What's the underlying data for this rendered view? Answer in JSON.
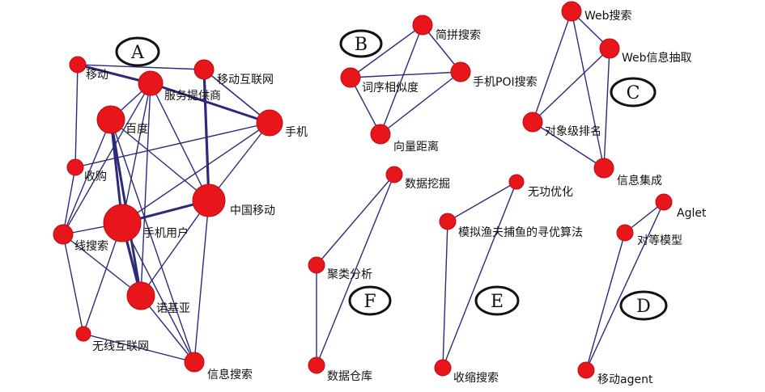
{
  "colors": {
    "node": "#e8151b",
    "edge": "#2e2a7a"
  },
  "clusters": [
    {
      "id": "A",
      "label": "A"
    },
    {
      "id": "B",
      "label": "B"
    },
    {
      "id": "C",
      "label": "C"
    },
    {
      "id": "D",
      "label": "D"
    },
    {
      "id": "E",
      "label": "E"
    },
    {
      "id": "F",
      "label": "F"
    }
  ],
  "nodes": [
    {
      "id": "yidong",
      "label": "移动"
    },
    {
      "id": "fuwu",
      "label": "服务提供商"
    },
    {
      "id": "yidonghulian",
      "label": "移动互联网"
    },
    {
      "id": "baidu",
      "label": "百度"
    },
    {
      "id": "shouji",
      "label": "手机"
    },
    {
      "id": "shougou",
      "label": "收购"
    },
    {
      "id": "zhongguoyidong",
      "label": "中国移动"
    },
    {
      "id": "shoujiyonghu",
      "label": "手机用户"
    },
    {
      "id": "xiansousuo",
      "label": "线搜索"
    },
    {
      "id": "nuojiya",
      "label": "诺基亚"
    },
    {
      "id": "wuxianhulian",
      "label": "无线互联网"
    },
    {
      "id": "xinxisousuo",
      "label": "信息搜索"
    },
    {
      "id": "jianpin",
      "label": "简拼搜索"
    },
    {
      "id": "cixu",
      "label": "词序相似度"
    },
    {
      "id": "poi",
      "label": "手机POI搜索"
    },
    {
      "id": "xiangliang",
      "label": "向量距离"
    },
    {
      "id": "websousuo",
      "label": "Web搜索"
    },
    {
      "id": "webxinxi",
      "label": "Web信息抽取"
    },
    {
      "id": "duixiang",
      "label": "对象级排名"
    },
    {
      "id": "xinxijicheng",
      "label": "信息集成"
    },
    {
      "id": "shuju",
      "label": "数据挖掘"
    },
    {
      "id": "julei",
      "label": "聚类分析"
    },
    {
      "id": "cangku",
      "label": "数据仓库"
    },
    {
      "id": "wugong",
      "label": "无功优化"
    },
    {
      "id": "moni",
      "label": "模拟渔夫捕鱼的寻优算法"
    },
    {
      "id": "shousuo",
      "label": "收缩搜索"
    },
    {
      "id": "aglet",
      "label": "Aglet"
    },
    {
      "id": "duideng",
      "label": "对等模型"
    },
    {
      "id": "agent",
      "label": "移动agent"
    }
  ],
  "edges": [
    [
      "yidong",
      "shougou"
    ],
    [
      "yidong",
      "fuwu"
    ],
    [
      "yidong",
      "yidonghulian"
    ],
    [
      "fuwu",
      "baidu"
    ],
    [
      "fuwu",
      "shouji"
    ],
    [
      "fuwu",
      "zhongguoyidong"
    ],
    [
      "fuwu",
      "shoujiyonghu"
    ],
    [
      "fuwu",
      "nuojiya"
    ],
    [
      "fuwu",
      "xiansousuo"
    ],
    [
      "yidonghulian",
      "zhongguoyidong"
    ],
    [
      "yidonghulian",
      "shouji"
    ],
    [
      "baidu",
      "shoujiyonghu"
    ],
    [
      "baidu",
      "nuojiya"
    ],
    [
      "baidu",
      "xiansousuo"
    ],
    [
      "baidu",
      "zhongguoyidong"
    ],
    [
      "baidu",
      "xinxisousuo"
    ],
    [
      "shouji",
      "shougou"
    ],
    [
      "shouji",
      "zhongguoyidong"
    ],
    [
      "shouji",
      "shoujiyonghu"
    ],
    [
      "shougou",
      "xiansousuo"
    ],
    [
      "zhongguoyidong",
      "shoujiyonghu"
    ],
    [
      "zhongguoyidong",
      "nuojiya"
    ],
    [
      "zhongguoyidong",
      "xinxisousuo"
    ],
    [
      "shoujiyonghu",
      "xiansousuo"
    ],
    [
      "shoujiyonghu",
      "nuojiya"
    ],
    [
      "shoujiyonghu",
      "xinxisousuo"
    ],
    [
      "shoujiyonghu",
      "wuxianhulian"
    ],
    [
      "xiansousuo",
      "wuxianhulian"
    ],
    [
      "xiansousuo",
      "nuojiya"
    ],
    [
      "nuojiya",
      "xinxisousuo"
    ],
    [
      "wuxianhulian",
      "xinxisousuo"
    ],
    [
      "jianpin",
      "cixu"
    ],
    [
      "jianpin",
      "poi"
    ],
    [
      "jianpin",
      "xiangliang"
    ],
    [
      "cixu",
      "poi"
    ],
    [
      "cixu",
      "xiangliang"
    ],
    [
      "poi",
      "xiangliang"
    ],
    [
      "websousuo",
      "webxinxi"
    ],
    [
      "websousuo",
      "duixiang"
    ],
    [
      "websousuo",
      "xinxijicheng"
    ],
    [
      "webxinxi",
      "duixiang"
    ],
    [
      "webxinxi",
      "xinxijicheng"
    ],
    [
      "duixiang",
      "xinxijicheng"
    ],
    [
      "shuju",
      "julei"
    ],
    [
      "shuju",
      "cangku"
    ],
    [
      "julei",
      "cangku"
    ],
    [
      "wugong",
      "moni"
    ],
    [
      "wugong",
      "shousuo"
    ],
    [
      "moni",
      "shousuo"
    ],
    [
      "aglet",
      "duideng"
    ],
    [
      "aglet",
      "agent"
    ],
    [
      "duideng",
      "agent"
    ]
  ]
}
